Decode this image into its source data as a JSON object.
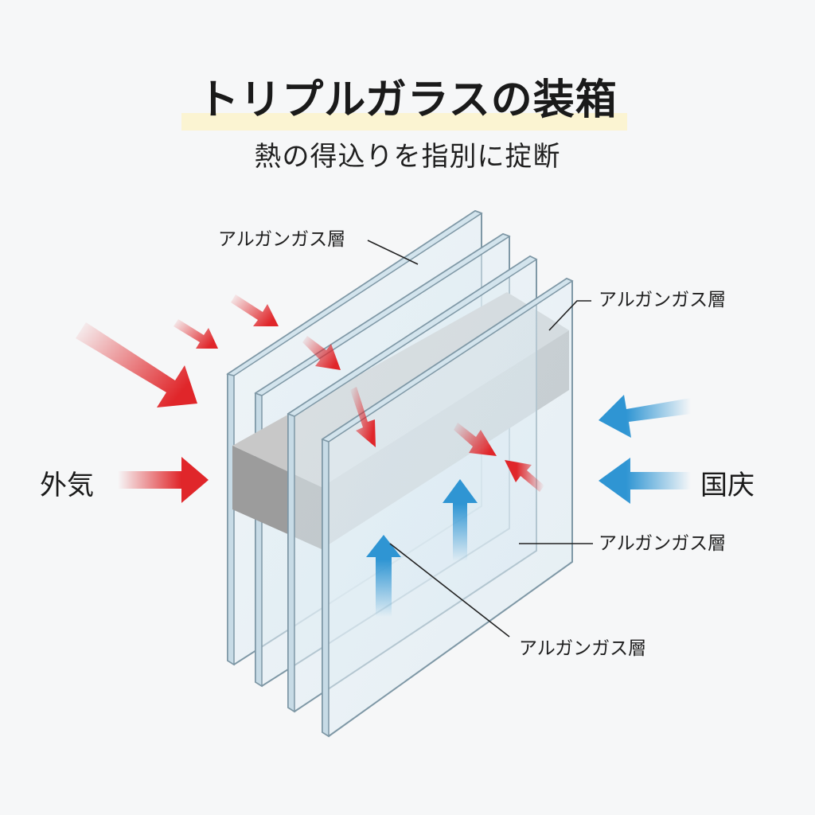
{
  "header": {
    "title": "トリプルガラスの装箱",
    "subtitle": "熱の得込りを指別に掟断"
  },
  "labels": {
    "outside": "外気",
    "inside": "国庆"
  },
  "callouts": [
    {
      "text": "アルガンガス層"
    },
    {
      "text": "アルガンガス層"
    },
    {
      "text": "アルガンガス層"
    },
    {
      "text": "アルガンガス層"
    }
  ],
  "colors": {
    "heat_arrow": "#e0262a",
    "cool_arrow": "#2f95d3",
    "glass_edge": "#7f98a6",
    "spacer": "#a9a9a9",
    "title_highlight": "#fbf4d2"
  }
}
